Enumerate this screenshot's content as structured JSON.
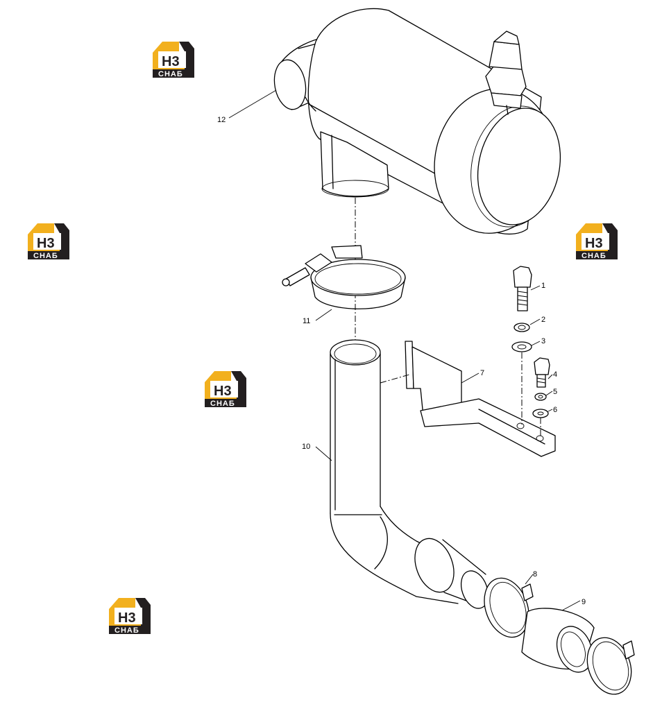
{
  "watermark": {
    "logo_text": "СНАБ",
    "logo_mark": "Н3",
    "gold": "#f2b01e",
    "dark": "#231f20"
  },
  "callouts": {
    "c1": "1",
    "c2": "2",
    "c3": "3",
    "c4": "4",
    "c5": "5",
    "c6": "6",
    "c7": "7",
    "c8": "8",
    "c9": "9",
    "c10": "10",
    "c11": "11",
    "c12": "12"
  }
}
